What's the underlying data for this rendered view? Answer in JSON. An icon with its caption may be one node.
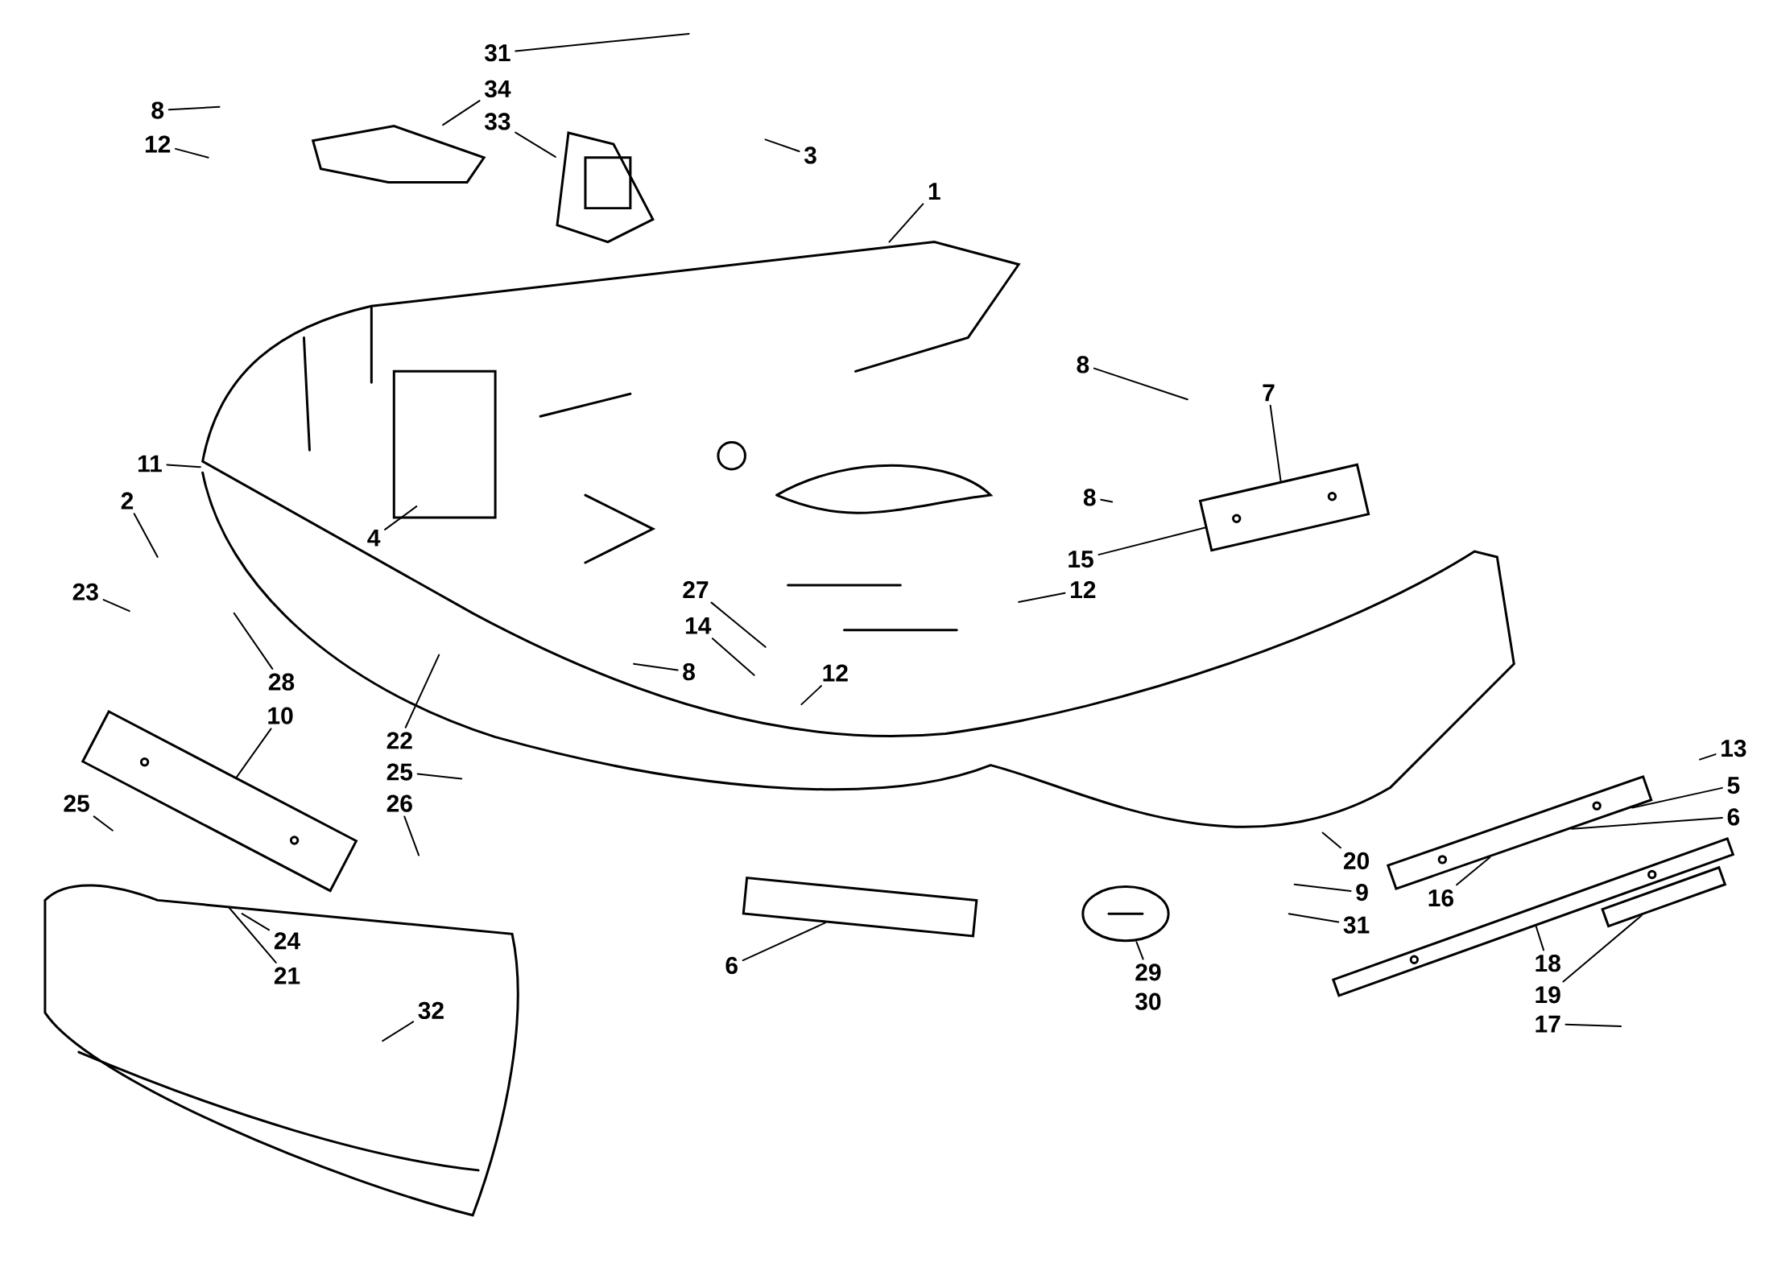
{
  "diagram": {
    "nodes": [
      {
        "text": [
          "31"
        ]
      },
      {
        "text": [
          "34"
        ]
      },
      {
        "text": [
          "33"
        ]
      },
      {
        "text": [
          "8"
        ]
      },
      {
        "text": [
          "12"
        ]
      },
      {
        "text": [
          "3"
        ]
      },
      {
        "text": [
          "1"
        ]
      },
      {
        "text": [
          "11"
        ]
      },
      {
        "text": [
          "2"
        ]
      },
      {
        "text": [
          "4"
        ]
      },
      {
        "text": [
          "8"
        ]
      },
      {
        "text": [
          "7"
        ]
      },
      {
        "text": [
          "8"
        ]
      },
      {
        "text": [
          "15"
        ]
      },
      {
        "text": [
          "12"
        ]
      },
      {
        "text": [
          "27"
        ]
      },
      {
        "text": [
          "14"
        ]
      },
      {
        "text": [
          "8"
        ]
      },
      {
        "text": [
          "12"
        ]
      },
      {
        "text": [
          "23"
        ]
      },
      {
        "text": [
          "28"
        ]
      },
      {
        "text": [
          "10"
        ]
      },
      {
        "text": [
          "22"
        ]
      },
      {
        "text": [
          "25"
        ]
      },
      {
        "text": [
          "26"
        ]
      },
      {
        "text": [
          "25"
        ]
      },
      {
        "text": [
          "24"
        ],
        "in": 45
      },
      {
        "text": [
          "21"
        ],
        "in": 45
      },
      {
        "text": [
          "32"
        ],
        "in": 45
      },
      {
        "text": [
          "13"
        ]
      },
      {
        "text": [
          "5"
        ]
      },
      {
        "text": [
          "6"
        ]
      },
      {
        "text": [
          "20"
        ]
      },
      {
        "text": [
          "9"
        ]
      },
      {
        "text": [
          "16"
        ]
      },
      {
        "text": [
          "31"
        ]
      },
      {
        "text": [
          "6"
        ]
      },
      {
        "text": [
          "29"
        ]
      },
      {
        "text": [
          "30"
        ]
      },
      {
        "text": [
          "18"
        ]
      },
      {
        "text": [
          "19"
        ]
      },
      {
        "text": [
          "17"
        ]
      },
      {
        "text": [],
        "shape": "picture"
      },
      {
        "text": [],
        "shape": "picture"
      },
      {
        "text": [],
        "shape": "picture"
      },
      {
        "text": [],
        "shape": "picture"
      },
      {
        "text": [],
        "shape": "picture"
      },
      {
        "text": [],
        "shape": "picture"
      },
      {
        "text": [],
        "shape": "box"
      },
      {
        "text": [],
        "shape": "picture"
      },
      {
        "text": [],
        "shape": "picture"
      },
      {
        "text": [],
        "shape": "box"
      }
    ],
    "edges": [
      {
        "from": 0,
        "to": null,
        "arrow": "none"
      },
      {
        "from": 1,
        "to": 42,
        "arrow": "none"
      },
      {
        "from": 2,
        "to": 43,
        "arrow": "none"
      },
      {
        "from": 3,
        "to": null,
        "arrow": "none"
      },
      {
        "from": 4,
        "to": null,
        "arrow": "none"
      },
      {
        "from": 5,
        "to": null,
        "arrow": "none"
      },
      {
        "from": 6,
        "to": null,
        "arrow": "none"
      },
      {
        "from": 7,
        "to": null,
        "arrow": "none"
      },
      {
        "from": 8,
        "to": null,
        "arrow": "none"
      },
      {
        "from": 9,
        "to": null,
        "arrow": "none"
      },
      {
        "from": 10,
        "to": null,
        "arrow": "none"
      },
      {
        "from": 11,
        "to": 46,
        "arrow": "none"
      },
      {
        "from": 12,
        "to": null,
        "arrow": "none"
      },
      {
        "from": 13,
        "to": 46,
        "arrow": "none"
      },
      {
        "from": 14,
        "to": null,
        "arrow": "none"
      },
      {
        "from": 15,
        "to": null,
        "arrow": "none"
      },
      {
        "from": 16,
        "to": null,
        "arrow": "none"
      },
      {
        "from": 17,
        "to": null,
        "arrow": "none"
      },
      {
        "from": 18,
        "to": null,
        "arrow": "none"
      },
      {
        "from": 19,
        "to": null,
        "arrow": "none"
      },
      {
        "from": 20,
        "to": null,
        "arrow": "none"
      },
      {
        "from": 21,
        "to": 44,
        "arrow": "none"
      },
      {
        "from": 22,
        "to": null,
        "arrow": "none"
      },
      {
        "from": 23,
        "to": null,
        "arrow": "none"
      },
      {
        "from": 24,
        "to": null,
        "arrow": "none"
      },
      {
        "from": 25,
        "to": null,
        "arrow": "none"
      },
      {
        "from": 26,
        "to": 45,
        "arrow": "none"
      },
      {
        "from": 27,
        "to": 45,
        "arrow": "none"
      },
      {
        "from": 28,
        "to": 45,
        "arrow": "none"
      },
      {
        "from": 29,
        "to": null,
        "arrow": "none"
      },
      {
        "from": 30,
        "to": 49,
        "arrow": "none"
      },
      {
        "from": 31,
        "to": 49,
        "arrow": "none"
      },
      {
        "from": 32,
        "to": null,
        "arrow": "none"
      },
      {
        "from": 33,
        "to": null,
        "arrow": "none"
      },
      {
        "from": 34,
        "to": 49,
        "arrow": "none"
      },
      {
        "from": 35,
        "to": null,
        "arrow": "none"
      },
      {
        "from": 36,
        "to": 48,
        "arrow": "none"
      },
      {
        "from": 37,
        "to": 47,
        "arrow": "none"
      },
      {
        "from": 39,
        "to": 50,
        "arrow": "none"
      },
      {
        "from": 40,
        "to": 51,
        "arrow": "none"
      },
      {
        "from": 41,
        "to": null,
        "arrow": "none"
      }
    ]
  }
}
